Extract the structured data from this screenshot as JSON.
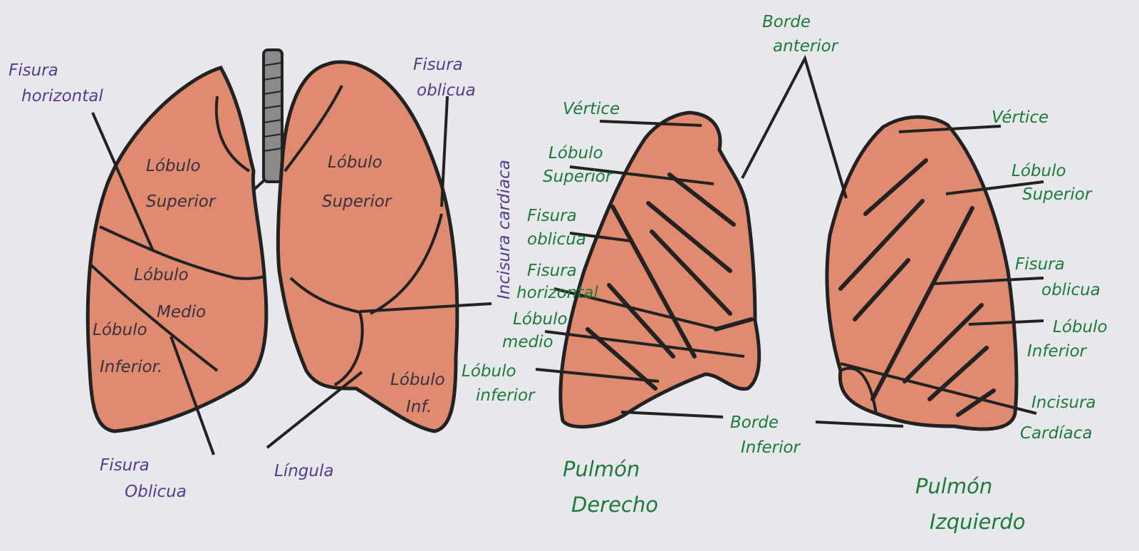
{
  "colors": {
    "paper": "#e6e8ec",
    "lung_fill": "#e08a70",
    "outline": "#222222",
    "purple_text": "#5a3a8c",
    "green_text": "#1f7a3a"
  },
  "front_view": {
    "fisura_horizontal": [
      "Fisura",
      "horizontal"
    ],
    "fisura_oblicua_top": [
      "Fisura",
      "oblicua"
    ],
    "right_lobulo_superior": [
      "Lóbulo",
      "Superior"
    ],
    "right_lobulo_medio": [
      "Lóbulo",
      "Medio"
    ],
    "right_lobulo_inferior": [
      "Lóbulo",
      "Inferior."
    ],
    "left_lobulo_superior": [
      "Lóbulo",
      "Superior"
    ],
    "left_lobulo_inferior": [
      "Lóbulo",
      "Inf."
    ],
    "incisura_cardiaca": "Incisura cardiaca",
    "fisura_oblicua_bottom": [
      "Fisura",
      "Oblicua"
    ],
    "lingula": "Língula"
  },
  "right_lung": {
    "vertice": "Vértice",
    "lobulo_superior": [
      "Lóbulo",
      "Superior"
    ],
    "fisura_oblicua": [
      "Fisura",
      "oblicua"
    ],
    "fisura_horizontal": [
      "Fisura",
      "horizontal"
    ],
    "lobulo_medio": [
      "Lóbulo",
      "medio"
    ],
    "lobulo_inferior": [
      "Lóbulo",
      "inferior"
    ],
    "title": [
      "Pulmón",
      "Derecho"
    ]
  },
  "shared": {
    "borde_anterior": [
      "Borde",
      "anterior"
    ],
    "borde_inferior": [
      "Borde",
      "Inferior"
    ]
  },
  "left_lung": {
    "vertice": "Vértice",
    "lobulo_superior": [
      "Lóbulo",
      "Superior"
    ],
    "fisura_oblicua": [
      "Fisura",
      "oblicua"
    ],
    "lobulo_inferior": [
      "Lóbulo",
      "Inferior"
    ],
    "incisura_cardiaca": [
      "Incisura",
      "Cardíaca"
    ],
    "title": [
      "Pulmón",
      "Izquierdo"
    ]
  }
}
